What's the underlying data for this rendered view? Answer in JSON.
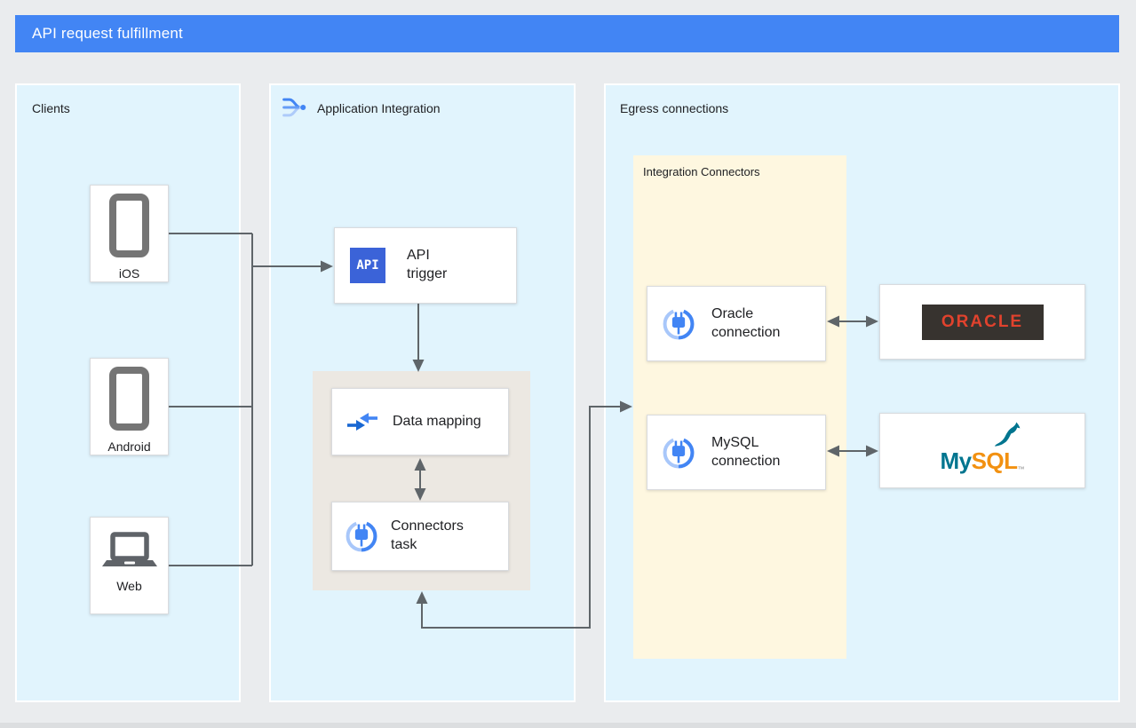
{
  "title_bar": {
    "title": "API request fulfillment"
  },
  "colors": {
    "title_bar_blue": "#4285F4",
    "panel_blue": "#E1F4FD",
    "panel_yellow": "#FEF7E0",
    "panel_gray": "#ECE8E2",
    "background_gray": "#EAECEE",
    "connector_line_gray": "#5F6569",
    "api_icon_blue": "#3B63D8",
    "google_icon_blue": "#4285F4",
    "google_icon_light_blue": "#A8C7FA",
    "oracle_red": "#E1422D",
    "oracle_box_dark": "#37332F",
    "mysql_teal": "#00758F",
    "mysql_orange": "#F29111"
  },
  "panels": {
    "clients": {
      "label": "Clients"
    },
    "application_integration": {
      "label": "Application Integration"
    },
    "egress": {
      "label": "Egress connections"
    },
    "integration_connectors": {
      "label": "Integration Connectors"
    }
  },
  "clients": {
    "ios": {
      "label": "iOS"
    },
    "android": {
      "label": "Android"
    },
    "web": {
      "label": "Web"
    }
  },
  "integration": {
    "api_trigger": {
      "label": "API trigger",
      "icon_text": "API"
    },
    "data_mapping": {
      "label": "Data mapping"
    },
    "connectors_task": {
      "label": "Connectors task"
    }
  },
  "egress": {
    "oracle_connection": {
      "label": "Oracle connection"
    },
    "mysql_connection": {
      "label": "MySQL connection"
    },
    "oracle_logo": {
      "text": "ORACLE"
    },
    "mysql_logo": {
      "text_my": "My",
      "text_sql": "SQL",
      "trademark": "™"
    }
  }
}
